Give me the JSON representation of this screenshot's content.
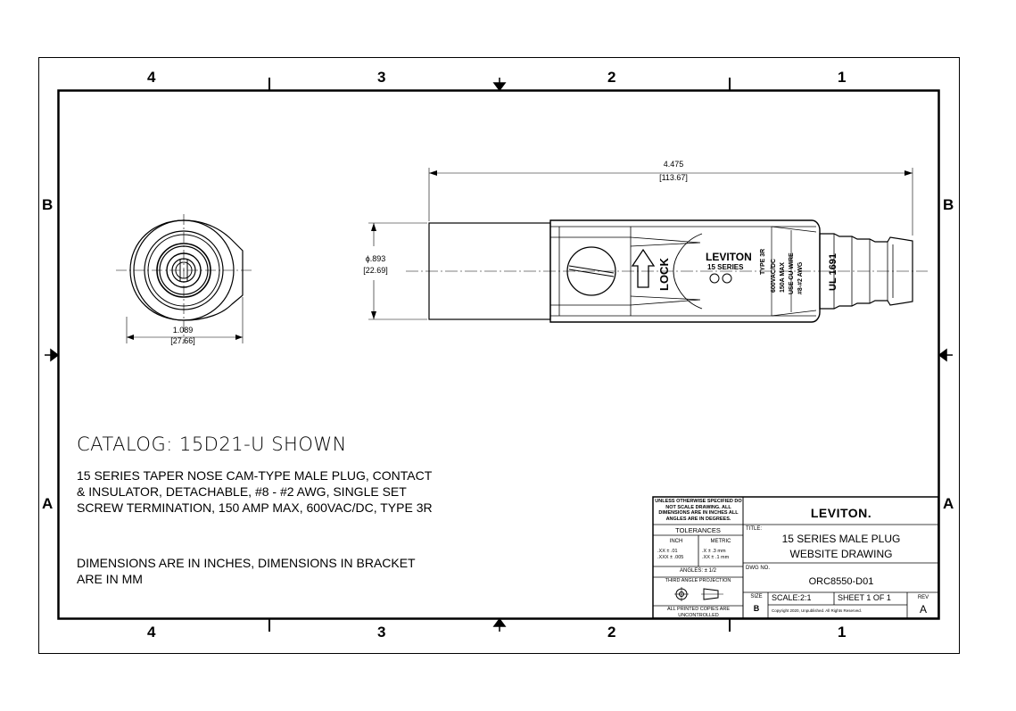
{
  "zones": {
    "top": [
      "4",
      "3",
      "2",
      "1"
    ],
    "bottom": [
      "4",
      "3",
      "2",
      "1"
    ],
    "left": [
      "B",
      "A"
    ],
    "right": [
      "B",
      "A"
    ]
  },
  "dimensions": {
    "length_in": "4.475",
    "length_mm": "[113.67]",
    "diameter_in": "ϕ.893",
    "diameter_mm": "[22.69]",
    "width_in": "1.089",
    "width_mm": "[27.66]"
  },
  "part_markings": {
    "brand": "LEVITON",
    "lock": "LOCK",
    "ul": "UL 1691",
    "series": "15 SERIES",
    "type": "TYPE 3R",
    "lines": [
      "600VAC/DC",
      "150A MAX",
      "USE CU WIRE",
      "#8-#2 AWG"
    ]
  },
  "notes": {
    "catalog": "CATALOG: 15D21-U SHOWN",
    "description": "15 SERIES TAPER NOSE CAM-TYPE MALE PLUG, CONTACT & INSULATOR, DETACHABLE, #8 - #2 AWG, SINGLE SET SCREW TERMINATION, 150 AMP MAX, 600VAC/DC, TYPE 3R",
    "units": "DIMENSIONS ARE IN INCHES, DIMENSIONS IN BRACKET ARE IN MM"
  },
  "title_block": {
    "unless_note": "UNLESS OTHERWISE SPECIFIED DO NOT SCALE DRAWING. ALL DIMENSIONS ARE IN INCHES ALL ANGLES ARE IN DEGREES.",
    "tolerances_label": "TOLERANCES",
    "inch_label": "INCH",
    "metric_label": "METRIC",
    "inch_tol_1": ".XX  ± .01",
    "inch_tol_2": ".XXX ± .005",
    "metric_tol_1": ".X   ± .3 mm",
    "metric_tol_2": ".XX  ± .1 mm",
    "angles": "ANGLES: ± 1/2",
    "projection_label": "THIRD ANGLE PROJECTION",
    "copies_note": "ALL PRINTED COPIES ARE UNCONTROLLED",
    "logo": "LEVITON.",
    "title_label": "TITLE:",
    "title_line1": "15 SERIES MALE PLUG",
    "title_line2": "WEBSITE DRAWING",
    "dwg_label": "DWG NO.",
    "dwg_no": "ORC8550-D01",
    "size_label": "SIZE",
    "size": "B",
    "scale": "SCALE:2:1",
    "sheet": "SHEET 1 OF 1",
    "rev_label": "REV",
    "rev": "A",
    "copyright": "Copyright 2020, Unpublished. All Rights Reserved."
  }
}
